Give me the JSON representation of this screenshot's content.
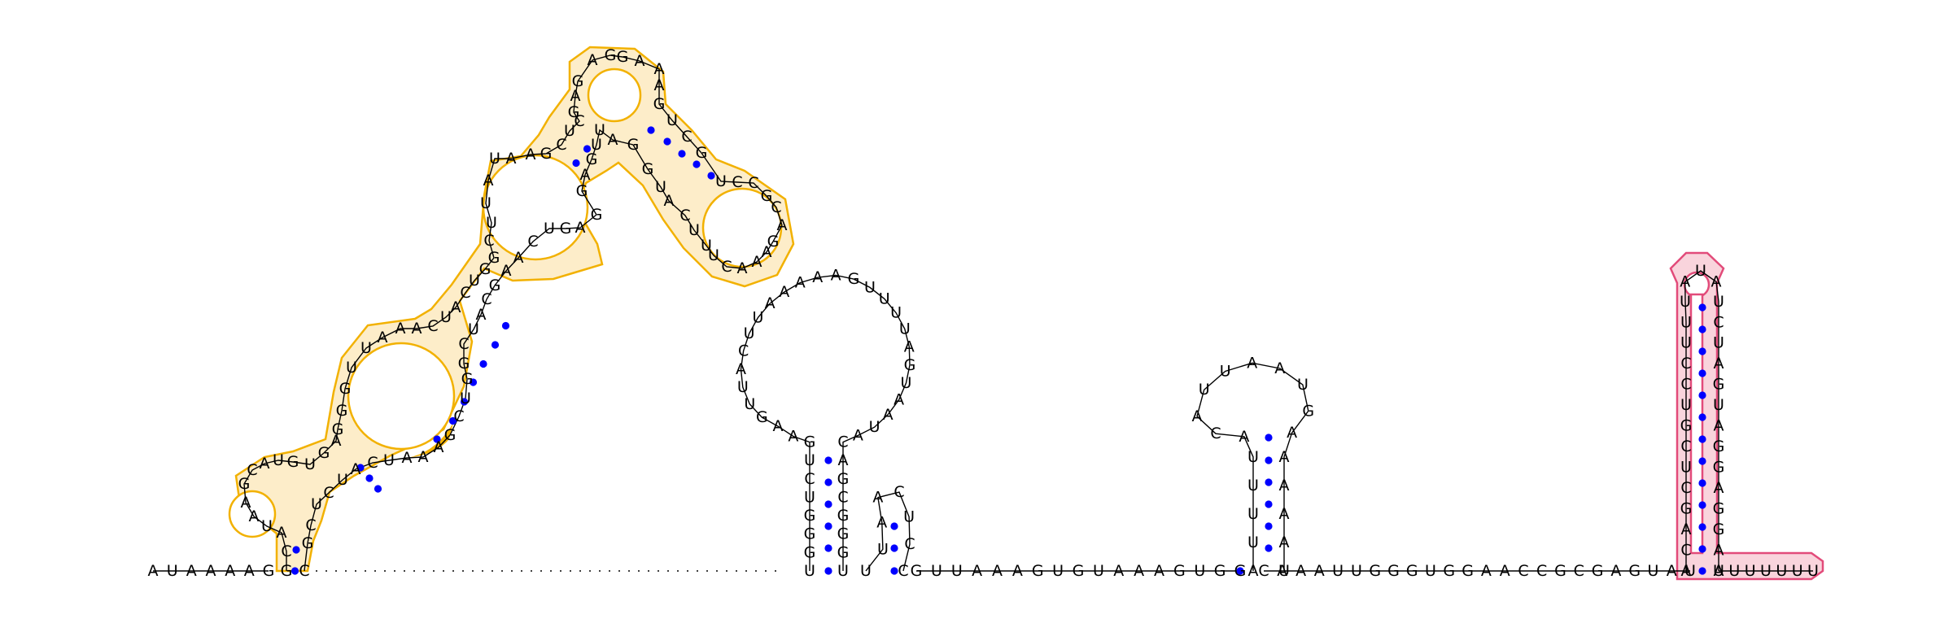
{
  "diagram": {
    "segments": [
      {
        "id": "five-prime-tail",
        "seq": "AUAAAAG"
      },
      {
        "id": "left-domain",
        "seq": "GCAUAAGCAUGUGAGGGUUAAACUACUGGCUUAUAAGCUCGAGAGGAAAGUCGUCCGCAGAAACUUUCAUGGAUUGAGGAGUCAAGCAUCGGUCGAAAUCAUCUCGC"
      },
      {
        "id": "dotted-gap",
        "seq": ""
      },
      {
        "id": "hairpin-large",
        "seq": "UGGGUCUGAAGUUACUUAAAAAGUUUUAGUAAUACAGCGGGU"
      },
      {
        "id": "hairpin-small",
        "seq": "UUAACUCC"
      },
      {
        "id": "linker-1",
        "seq": "GUUAAAGUGUAAAGUGG"
      },
      {
        "id": "hairpin-mid",
        "seq": "AUUUUACAUUAAUGAAAAAU"
      },
      {
        "id": "linker-2",
        "seq": "CAAAUUGGGUGGAACCGCGAGUAU"
      },
      {
        "id": "terminator",
        "seq": "ACAGCUCGUCCUUUAUAUCUAGUAGGAGGAU"
      },
      {
        "id": "three-prime-tail",
        "seq": "AUUUUUU"
      }
    ]
  }
}
